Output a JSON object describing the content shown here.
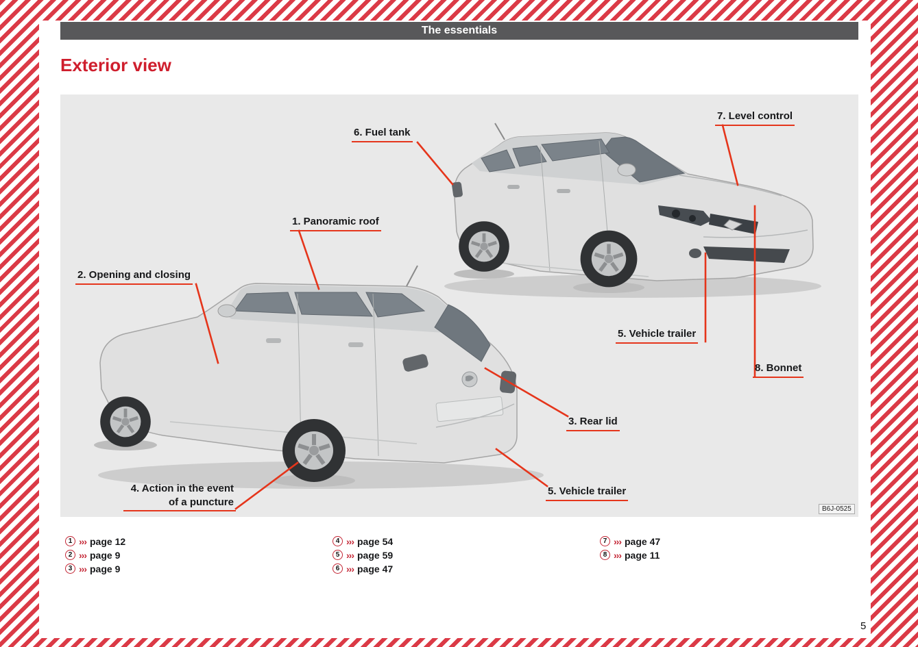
{
  "header": {
    "title": "The essentials"
  },
  "page": {
    "title": "Exterior view",
    "number": "5"
  },
  "figure": {
    "code": "B6J-0525"
  },
  "callouts": {
    "panoramic_roof": "1. Panoramic roof",
    "opening_closing": "2. Opening and closing",
    "rear_lid": "3. Rear lid",
    "puncture": "4. Action in the event\nof a puncture",
    "vehicle_trailer_rear": "5. Vehicle trailer",
    "fuel_tank": "6. Fuel tank",
    "level_control": "7. Level control",
    "vehicle_trailer_front": "5. Vehicle trailer",
    "bonnet": "8. Bonnet"
  },
  "references": {
    "arrow": "›››",
    "columns": [
      {
        "items": [
          {
            "num": "1",
            "page": "page 12"
          },
          {
            "num": "2",
            "page": "page 9"
          },
          {
            "num": "3",
            "page": "page 9"
          }
        ]
      },
      {
        "items": [
          {
            "num": "4",
            "page": "page 54"
          },
          {
            "num": "5",
            "page": "page 59"
          },
          {
            "num": "6",
            "page": "page 47"
          }
        ]
      },
      {
        "items": [
          {
            "num": "7",
            "page": "page 47"
          },
          {
            "num": "8",
            "page": "page 11"
          }
        ]
      }
    ]
  },
  "colors": {
    "stripe_red": "#db3a46",
    "accent_red": "#e5351b",
    "title_red": "#cf1e2d",
    "header_gray": "#58585a"
  }
}
